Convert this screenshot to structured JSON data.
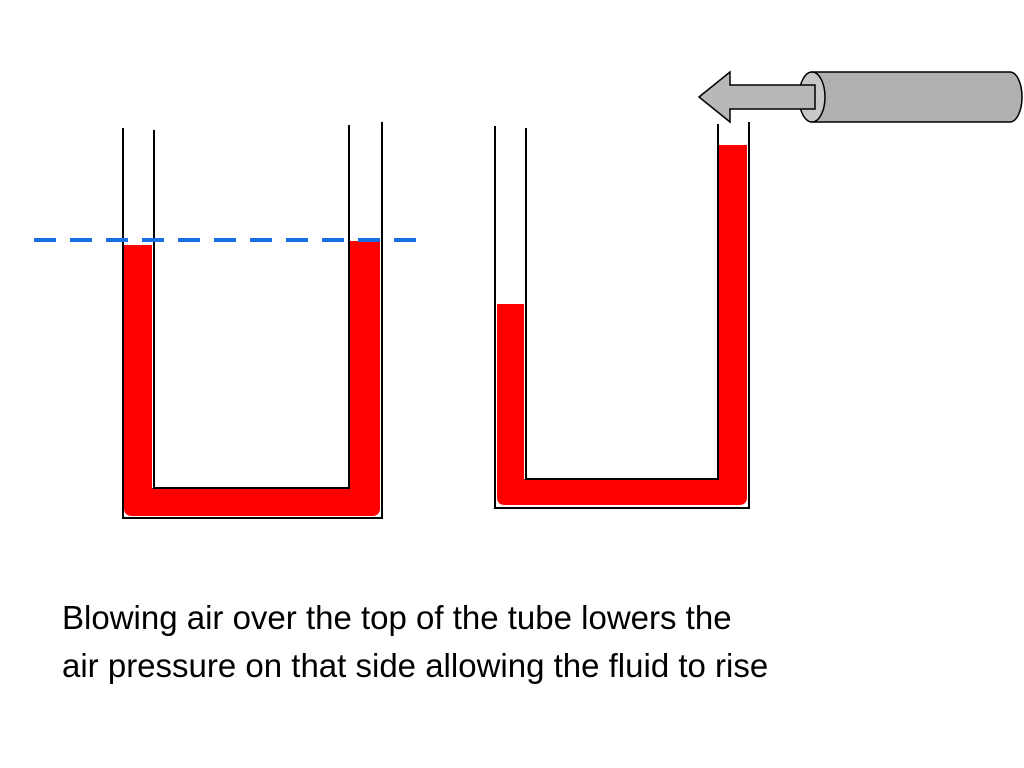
{
  "caption": {
    "line1": "Blowing air over the top of the tube lowers the",
    "line2": "air pressure on that side allowing the fluid to rise"
  },
  "colors": {
    "fluid": "#ff0000",
    "tube_wall": "#000000",
    "level_line": "#1a6fe0",
    "nozzle_fill": "#b0b0b0",
    "nozzle_outline": "#000000",
    "arrow_fill": "#b8b8b8"
  },
  "icons": {
    "blower": "air-nozzle-icon",
    "air_direction": "arrow-left-icon"
  },
  "tubes": {
    "left": {
      "state": "balanced",
      "left_level": "equal",
      "right_level": "equal"
    },
    "right": {
      "state": "air blown over right opening",
      "left_level": "lower",
      "right_level": "higher"
    }
  }
}
